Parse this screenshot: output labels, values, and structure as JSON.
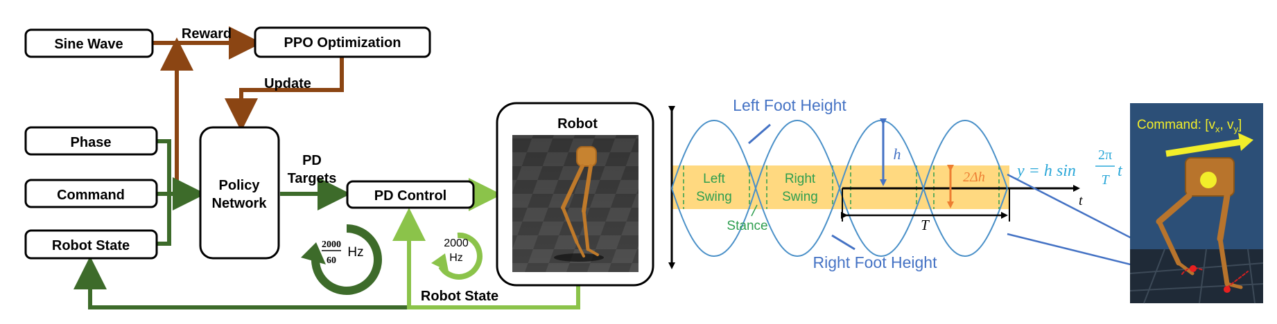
{
  "colors": {
    "brown": "#8B4513",
    "dark_green": "#3D6B2A",
    "light_green": "#8BC34A",
    "blue": "#4472C4",
    "blue_curve": "#4A90C8",
    "orange": "#ED7D31",
    "band": "#FFD980",
    "stance_green": "#2E9E4F",
    "cyan_formula": "#2AA7D8",
    "command_yellow": "#F2EE2A"
  },
  "nodes": {
    "sine_wave": "Sine Wave",
    "ppo": "PPO Optimization",
    "phase": "Phase",
    "command": "Command",
    "robot_state": "Robot State",
    "policy_line1": "Policy",
    "policy_line2": "Network",
    "pd_control": "PD Control",
    "robot": "Robot"
  },
  "edges": {
    "reward": "Reward",
    "update": "Update",
    "pd_targets_line1": "PD",
    "pd_targets_line2": "Targets",
    "robot_state_feedback": "Robot State"
  },
  "rates": {
    "policy_num": "2000",
    "policy_den": "60",
    "policy_unit": "Hz",
    "pd_num": "2000",
    "pd_unit": "Hz"
  },
  "plot": {
    "left_foot": "Left Foot Height",
    "right_foot": "Right Foot Height",
    "left_swing_1": "Left",
    "left_swing_2": "Swing",
    "right_swing_1": "Right",
    "right_swing_2": "Swing",
    "stance": "Stance",
    "h": "h",
    "two_delta_h": "2Δh",
    "period": "T",
    "t_axis": "t",
    "formula_lhs": "y = h sin",
    "formula_num": "2π",
    "formula_den": "T",
    "formula_t": "t"
  },
  "command_panel": {
    "label": "Command: [v",
    "sub_x": "x",
    "mid": ", v",
    "sub_y": "y",
    "end": "]"
  }
}
